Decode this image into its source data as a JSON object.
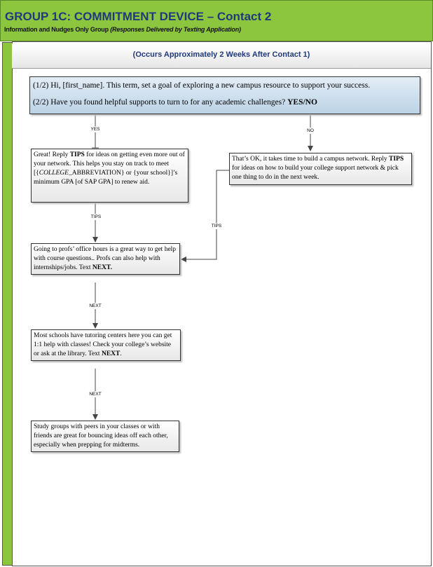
{
  "header": {
    "title": "GROUP 1C: COMMITMENT DEVICE – Contact 2",
    "subtitle": "Information and Nudges Only Group",
    "subtitle_italic": "(Responses Delivered by Texting Application)",
    "accent": "#8cc63f",
    "title_color": "#1f3a7a"
  },
  "timing": "(Occurs Approximately 2 Weeks After Contact 1)",
  "flow": {
    "start": {
      "line1": "(1/2) Hi, [first_name]. This term, set a goal of exploring a new campus resource to support your success.",
      "line2": "(2/2) Have you found helpful supports to turn to for any academic challenges? ",
      "line2_bold": "YES/NO"
    },
    "yes_label": "YES",
    "no_label": "NO",
    "yes_box": {
      "a": "Great! Reply ",
      "b": "TIPS",
      "c": " for ideas on getting even more out of your network. This helps you stay on track to meet [{",
      "d": "COLLEGE",
      "e": "_ABBREVIATION} or {your school}]’s minimum GPA [of SAP GPA] to renew aid."
    },
    "no_box": {
      "a": "That’s OK, it takes time to build a campus network. Reply ",
      "b": "TIPS",
      "c": " for ideas on how to build your college support network & pick one thing to do in the next week."
    },
    "tips_label": "TIPS",
    "next_label": "NEXT",
    "profs_box": {
      "a": "Going to profs’ office hours is a great way to get help with course questions.. Profs can also help with internships/jobs. Text ",
      "b": "NEXT."
    },
    "tutoring_box": {
      "a": "Most schools have tutoring centers here you can get 1:1 help with classes! Check your college’s website or ask at the library. Text ",
      "b": "NEXT",
      "c": "."
    },
    "study_box": {
      "text": "Study groups with peers in your classes or with friends are great for bouncing ideas off each other, especially when prepping for midterms."
    }
  }
}
